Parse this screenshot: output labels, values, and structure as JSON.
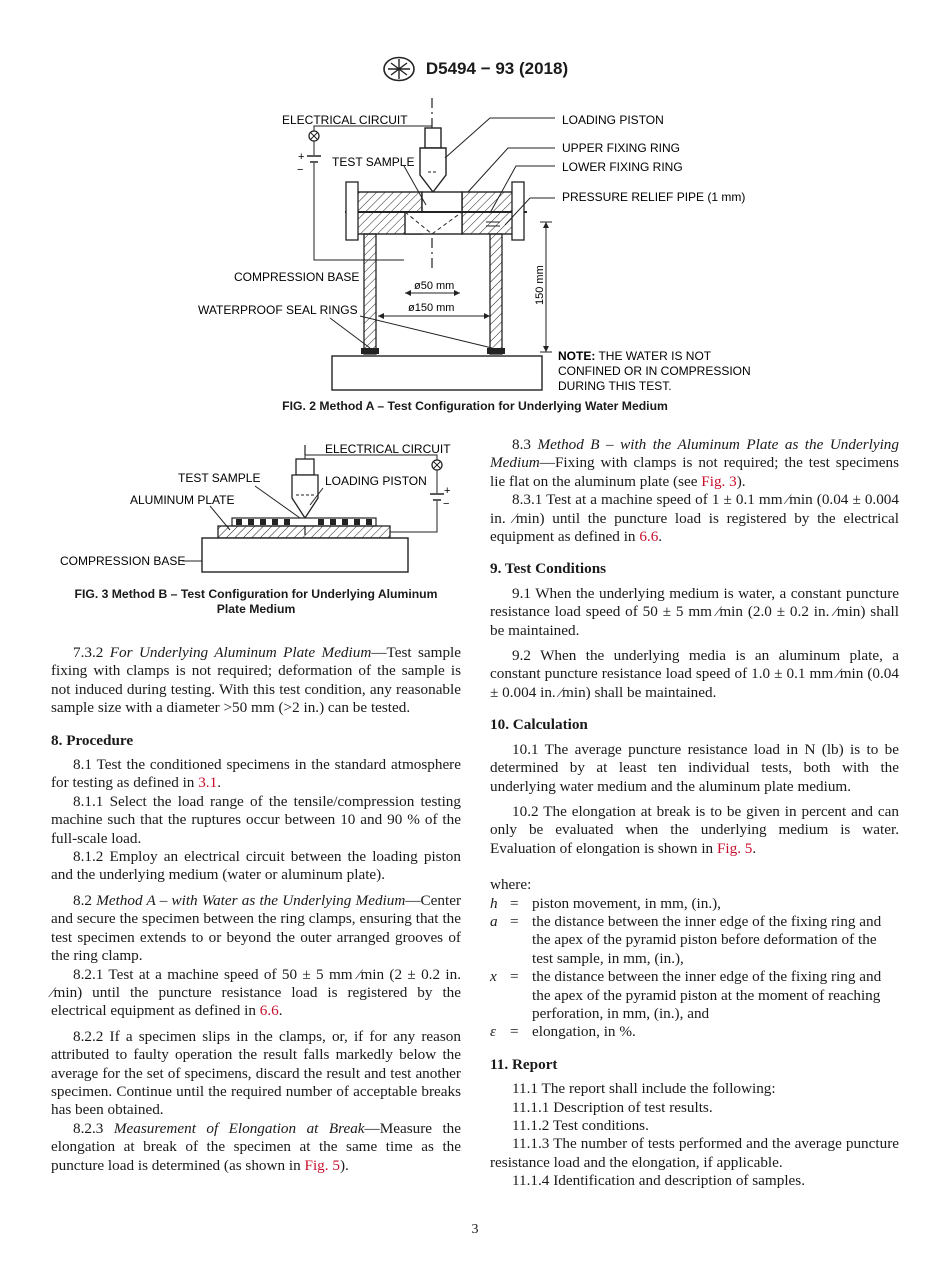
{
  "header": {
    "standard_code": "D5494 − 93 (2018)"
  },
  "fig2": {
    "labels": {
      "electrical_circuit": "ELECTRICAL CIRCUIT",
      "loading_piston": "LOADING PISTON",
      "upper_fixing_ring": "UPPER FIXING RING",
      "lower_fixing_ring": "LOWER FIXING RING",
      "test_sample": "TEST SAMPLE",
      "pressure_relief": "PRESSURE RELIEF PIPE (1 mm)",
      "compression_base": "COMPRESSION BASE",
      "waterproof_seal": "WATERPROOF SEAL RINGS",
      "d50": "ø50 mm",
      "d150": "ø150 mm",
      "h150": "150 mm",
      "note_bold": "NOTE:",
      "note_1": " THE WATER IS NOT",
      "note_2": "CONFINED OR IN COMPRESSION",
      "note_3": "DURING THIS TEST.",
      "plus": "+",
      "minus": "−"
    },
    "caption": "FIG. 2 Method A – Test Configuration for Underlying Water Medium"
  },
  "fig3": {
    "labels": {
      "electrical_circuit": "ELECTRICAL CIRCUIT",
      "test_sample": "TEST SAMPLE",
      "loading_piston": "LOADING PISTON",
      "aluminum_plate": "ALUMINUM PLATE",
      "compression_base": "COMPRESSION BASE",
      "plus": "+",
      "minus": "−"
    },
    "caption_line1": "FIG. 3 Method B – Test Configuration for Underlying Aluminum",
    "caption_line2": "Plate Medium"
  },
  "left": {
    "p732_num": "7.3.2 ",
    "p732_ital": "For Underlying Aluminum Plate Medium",
    "p732_text": "—Test sample fixing with clamps is not required; deformation of the sample is not induced during testing. With this test condition, any reasonable sample size with a diameter >50 mm (>2 in.) can be tested.",
    "s8_title": "8. Procedure",
    "p81_text": "8.1 Test the conditioned specimens in the standard atmosphere for testing as defined in ",
    "p81_link": "3.1",
    "p81_end": ".",
    "p811": "8.1.1 Select the load range of the tensile/compression testing machine such that the ruptures occur between 10 and 90 % of the full-scale load.",
    "p812": "8.1.2 Employ an electrical circuit between the loading piston and the underlying medium (water or aluminum plate).",
    "p82_num": "8.2 ",
    "p82_ital": "Method A – with Water as the Underlying Medium",
    "p82_text": "—Center and secure the specimen between the ring clamps, ensuring that the test specimen extends to or beyond the outer arranged grooves of the ring clamp.",
    "p821_text": "8.2.1 Test at a machine speed of 50 ± 5 mm ⁄min (2 ± 0.2 in. ⁄min) until the puncture resistance load is registered by the electrical equipment as defined in ",
    "p821_link": "6.6",
    "p821_end": ".",
    "p822": "8.2.2 If a specimen slips in the clamps, or, if for any reason attributed to faulty operation the result falls markedly below the average for the set of specimens, discard the result and test another specimen. Continue until the required number of acceptable breaks has been obtained.",
    "p823_num": "8.2.3 ",
    "p823_ital": "Measurement of Elongation at Break",
    "p823_text": "—Measure the elongation at break of the specimen at the same time as the puncture load is determined (as shown in ",
    "p823_link": "Fig. 5",
    "p823_end": ")."
  },
  "right": {
    "p83_num": "8.3 ",
    "p83_ital": "Method B – with the Aluminum Plate as the Underlying Medium",
    "p83_text": "—Fixing with clamps is not required; the test specimens lie flat on the aluminum plate (see ",
    "p83_link": "Fig. 3",
    "p83_end": ").",
    "p831_text": "8.3.1 Test at a machine speed of 1 ± 0.1 mm ⁄min (0.04 ± 0.004 in. ⁄min) until the puncture load is registered by the electrical equipment as defined in ",
    "p831_link": "6.6",
    "p831_end": ".",
    "s9_title": "9. Test Conditions",
    "p91": "9.1 When the underlying medium is water, a constant puncture resistance load speed of 50 ± 5 mm ⁄min (2.0 ± 0.2 in. ⁄min) shall be maintained.",
    "p92": "9.2 When the underlying media is an aluminum plate, a constant puncture resistance load speed of 1.0 ± 0.1 mm ⁄min (0.04 ± 0.004 in. ⁄min) shall be maintained.",
    "s10_title": "10. Calculation",
    "p101": "10.1 The average puncture resistance load in N (lb) is to be determined by at least ten individual tests, both with the underlying water medium and the aluminum plate medium.",
    "p102_text": "10.2 The elongation at break is to be given in percent and can only be evaluated when the underlying medium is water. Evaluation of elongation is shown in ",
    "p102_link": "Fig. 5",
    "p102_end": ".",
    "where": "where:",
    "defs": [
      {
        "sym": "h",
        "eq": "=",
        "def": "piston movement, in mm, (in.),"
      },
      {
        "sym": "a",
        "eq": "=",
        "def": "the distance between the inner edge of the fixing ring and the apex of the pyramid piston before deformation of the test sample, in mm, (in.),"
      },
      {
        "sym": "x",
        "eq": "=",
        "def": "the distance between the inner edge of the fixing ring and the apex of the pyramid piston at the moment of reaching perforation, in mm, (in.), and"
      },
      {
        "sym": "ε",
        "eq": "=",
        "def": "elongation, in %."
      }
    ],
    "s11_title": "11. Report",
    "p111": "11.1 The report shall include the following:",
    "p1111": "11.1.1 Description of test results.",
    "p1112": "11.1.2 Test conditions.",
    "p1113": "11.1.3 The number of tests performed and the average puncture resistance load and the elongation, if applicable.",
    "p1114": "11.1.4 Identification and description of samples."
  },
  "footer": {
    "page_number": "3"
  }
}
